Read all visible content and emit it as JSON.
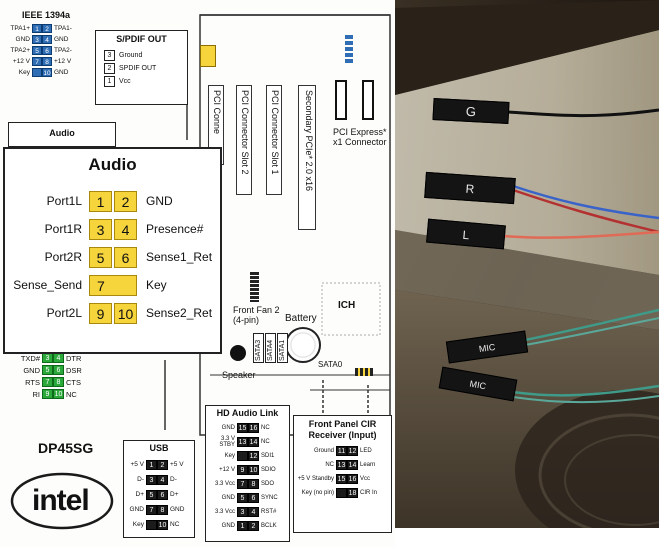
{
  "ieee": {
    "title": "IEEE 1394a",
    "rows": [
      {
        "l": "TPA1+",
        "a": "1",
        "b": "2",
        "r": "TPA1-"
      },
      {
        "l": "GND",
        "a": "3",
        "b": "4",
        "r": "GND"
      },
      {
        "l": "TPA2+",
        "a": "5",
        "b": "6",
        "r": "TPA2-"
      },
      {
        "l": "+12 V",
        "a": "7",
        "b": "8",
        "r": "+12 V"
      },
      {
        "l": "Key",
        "a": "",
        "b": "10",
        "r": "GND"
      }
    ]
  },
  "spdif": {
    "title": "S/PDIF OUT",
    "pins": [
      {
        "n": "3",
        "label": "Ground"
      },
      {
        "n": "2",
        "label": "SPDIF OUT"
      },
      {
        "n": "1",
        "label": "Vcc"
      }
    ]
  },
  "slots": {
    "pci1": "PCI Conne",
    "pci2": "PCI Connector Slot 2",
    "pci3": "PCI Connector Slot 1",
    "pcie16": "Secondary PCIe* 2.0 x16",
    "pcie1": "PCI Express* x1 Connector"
  },
  "audio_small": "Audio",
  "audio": {
    "title": "Audio",
    "rows": [
      {
        "l": "Port1L",
        "a": "1",
        "b": "2",
        "r": "GND"
      },
      {
        "l": "Port1R",
        "a": "3",
        "b": "4",
        "r": "Presence#"
      },
      {
        "l": "Port2R",
        "a": "5",
        "b": "6",
        "r": "Sense1_Ret"
      },
      {
        "l": "Sense_Send",
        "a": "7",
        "b": "",
        "r": "Key"
      },
      {
        "l": "Port2L",
        "a": "9",
        "b": "10",
        "r": "Sense2_Ret"
      }
    ]
  },
  "serial": {
    "rows": [
      {
        "l": "TXD#",
        "a": "3",
        "b": "4",
        "r": "DTR"
      },
      {
        "l": "GND",
        "a": "5",
        "b": "6",
        "r": "DSR"
      },
      {
        "l": "RTS",
        "a": "7",
        "b": "8",
        "r": "CTS"
      },
      {
        "l": "RI",
        "a": "9",
        "b": "10",
        "r": "NC"
      }
    ]
  },
  "fan": "Front Fan 2\n(4-pin)",
  "battery": "Battery",
  "ich": "ICH",
  "speaker": "Speaker",
  "sata": [
    "SATA3",
    "SATA4",
    "SATA1"
  ],
  "sata0": "SATA0",
  "model": "DP45SG",
  "intel": "intel",
  "usb": {
    "title": "USB",
    "rows": [
      {
        "l": "+5 V",
        "a": "1",
        "b": "2",
        "r": "+5 V"
      },
      {
        "l": "D-",
        "a": "3",
        "b": "4",
        "r": "D-"
      },
      {
        "l": "D+",
        "a": "5",
        "b": "6",
        "r": "D+"
      },
      {
        "l": "GND",
        "a": "7",
        "b": "8",
        "r": "GND"
      },
      {
        "l": "Key",
        "a": "",
        "b": "10",
        "r": "NC"
      }
    ]
  },
  "hda": {
    "title": "HD Audio Link",
    "rows": [
      {
        "l": "GND",
        "a": "15",
        "b": "16",
        "r": "NC"
      },
      {
        "l": "3.3 V STBY",
        "a": "13",
        "b": "14",
        "r": "NC"
      },
      {
        "l": "Key",
        "a": "",
        "b": "12",
        "r": "SDI1"
      },
      {
        "l": "+12 V",
        "a": "9",
        "b": "10",
        "r": "SDIO"
      },
      {
        "l": "3.3 Vcc",
        "a": "7",
        "b": "8",
        "r": "SDO"
      },
      {
        "l": "GND",
        "a": "5",
        "b": "6",
        "r": "SYNC"
      },
      {
        "l": "3.3 Vcc",
        "a": "3",
        "b": "4",
        "r": "RST#"
      },
      {
        "l": "GND",
        "a": "1",
        "b": "2",
        "r": "BCLK"
      }
    ]
  },
  "cir": {
    "title": "Front Panel CIR Receiver (Input)",
    "rows": [
      {
        "l": "Ground",
        "a": "11",
        "b": "12",
        "r": "LED"
      },
      {
        "l": "NC",
        "a": "13",
        "b": "14",
        "r": "Learn"
      },
      {
        "l": "+5 V Standby",
        "a": "15",
        "b": "16",
        "r": "Vcc"
      },
      {
        "l": "Key (no pin)",
        "a": "",
        "b": "18",
        "r": "CIR In"
      }
    ]
  },
  "photo_labels": {
    "g": "G",
    "r": "R",
    "l": "L",
    "mic1": "MIC",
    "mic2": "MIC"
  },
  "colors": {
    "pin_blue": "#2f6db5",
    "pin_yellow": "#f5d43c",
    "pin_black": "#1b1b1b",
    "pin_green": "#2aa83a"
  }
}
